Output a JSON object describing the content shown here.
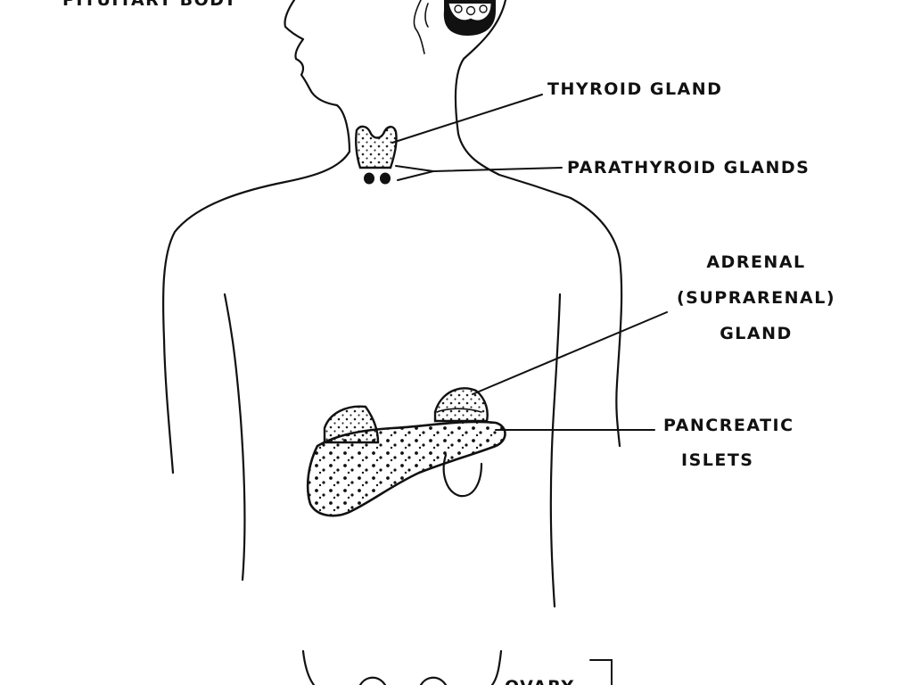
{
  "labels": {
    "pituitary": "PITUITARY BODY",
    "thyroid": "THYROID GLAND",
    "parathyroid": "PARATHYROID GLANDS",
    "adrenal_line1": "ADRENAL",
    "adrenal_line2": "(SUPRARENAL)",
    "adrenal_line3": "GLAND",
    "pancreatic_line1": "PANCREATIC",
    "pancreatic_line2": "ISLETS",
    "ovary": "OVARY"
  }
}
